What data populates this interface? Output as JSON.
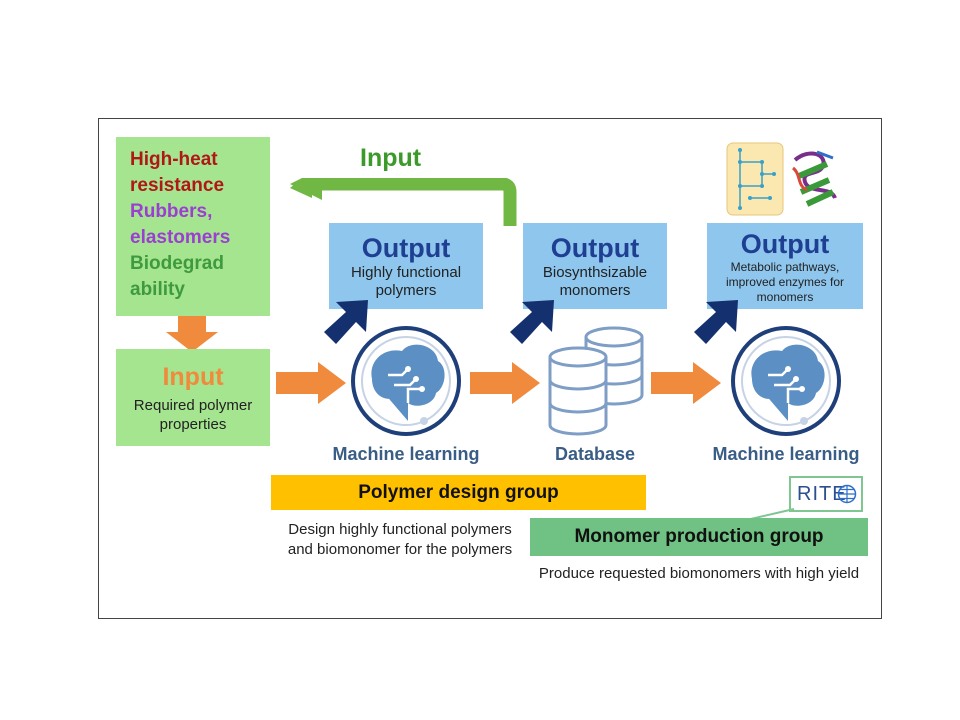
{
  "properties": {
    "heat": "High-heat resistance",
    "rubber": "Rubbers, elastomers",
    "bio": "Biodegrad ability"
  },
  "input_box": {
    "title": "Input",
    "desc": "Required polymer properties"
  },
  "feedback_input": "Input",
  "outputs": [
    {
      "title": "Output",
      "desc": "Highly functional polymers"
    },
    {
      "title": "Output",
      "desc": "Biosynthsizable monomers"
    },
    {
      "title": "Output",
      "desc": "Metabolic pathways, improved enzymes for monomers"
    }
  ],
  "labels": {
    "ml1": "Machine learning",
    "database": "Database",
    "ml2": "Machine learning"
  },
  "polymer_group": {
    "name": "Polymer design group",
    "desc": "Design highly functional polymers and biomonomer for the polymers"
  },
  "monomer_group": {
    "name": "Monomer production group",
    "desc": "Produce requested biomonomers with high yield"
  },
  "logo": "RITE",
  "colors": {
    "orange_arrow": "#f08a3c",
    "green_arrow": "#70b843",
    "navy_arrow": "#14306e",
    "output_box": "#8ec6ee",
    "input_box": "#a5e58f",
    "polymer_bar": "#ffc000",
    "monomer_bar": "#6fc283"
  }
}
